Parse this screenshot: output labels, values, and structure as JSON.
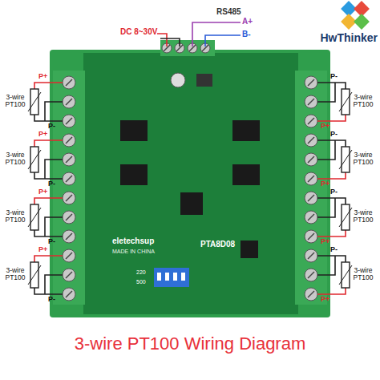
{
  "diagram": {
    "title": "3-wire PT100 Wiring Diagram",
    "labels": [
      "DC 8~30V",
      "RS485",
      "A+",
      "B-",
      "HwThinker",
      "P+",
      "3-wire PT100",
      "P-",
      "P+",
      "3-wire PT100",
      "P-",
      "P+",
      "3-wire PT100",
      "P-",
      "P+",
      "3-wire PT100",
      "P-",
      "P-",
      "3-wire PT100",
      "P+",
      "P-",
      "3-wire PT100",
      "P+",
      "P-",
      "3-wire PT100",
      "P+",
      "P-",
      "3-wire PT100",
      "P+",
      "eletechsup",
      "MADE IN CHINA",
      "PTA8D08",
      "220",
      "500"
    ]
  }
}
